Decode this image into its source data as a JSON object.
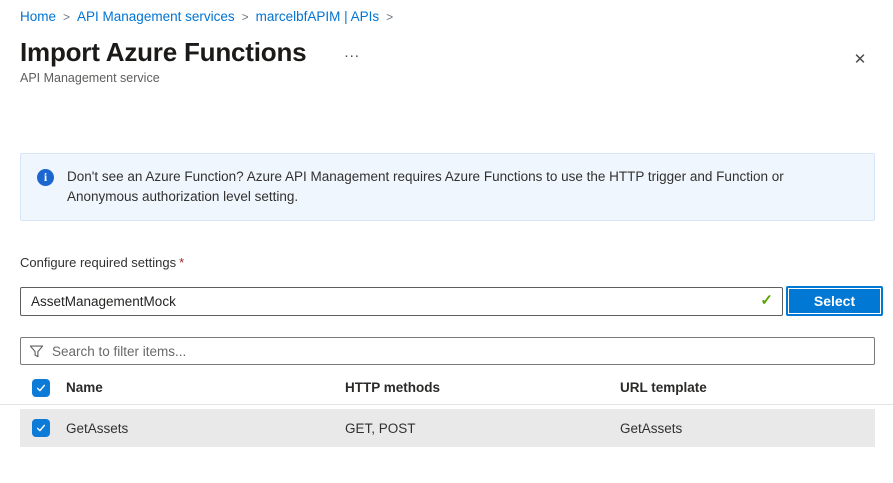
{
  "breadcrumb": {
    "items": [
      "Home",
      "API Management services",
      "marcelbfAPIM | APIs"
    ],
    "separator": ">"
  },
  "header": {
    "title": "Import Azure Functions",
    "ellipsis": "...",
    "subtitle": "API Management service",
    "close_icon": "✕"
  },
  "banner": {
    "icon_glyph": "i",
    "text": "Don't see an Azure Function? Azure API Management requires Azure Functions to use the HTTP trigger and Function or Anonymous authorization level setting."
  },
  "form": {
    "label": "Configure required settings",
    "required_marker": "*",
    "input_value": "AssetManagementMock",
    "valid_icon": "✓",
    "select_button_label": "Select"
  },
  "filter": {
    "placeholder": "Search to filter items..."
  },
  "table": {
    "headers": {
      "name": "Name",
      "http_methods": "HTTP methods",
      "url_template": "URL template"
    },
    "rows": [
      {
        "name": "GetAssets",
        "http_methods": "GET, POST",
        "url_template": "GetAssets",
        "checked": true
      }
    ]
  },
  "colors": {
    "link_blue": "#0074d3",
    "primary_button_blue": "#0078d4",
    "banner_background": "#f0f6fd",
    "info_icon_blue": "#1c66cf",
    "checkbox_blue": "#0b7bd7",
    "valid_green": "#57a300",
    "required_red": "#a4262c",
    "selected_row_gray": "#e9e9e9"
  }
}
